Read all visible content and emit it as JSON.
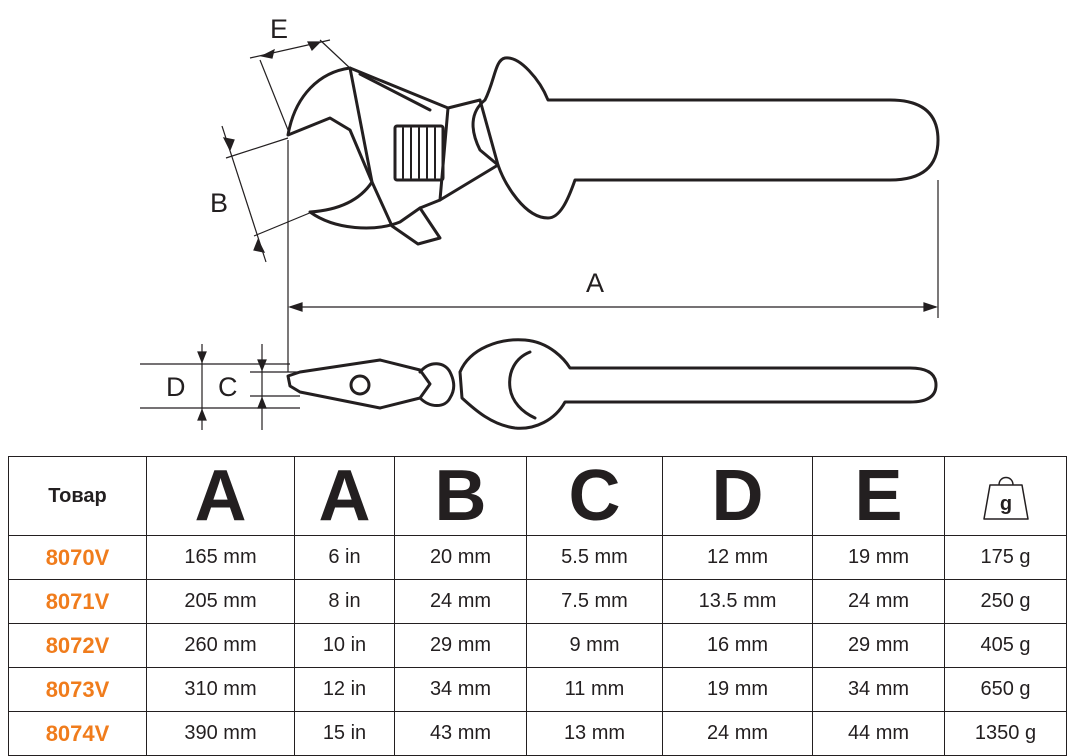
{
  "diagram": {
    "labels": {
      "a": "A",
      "b": "B",
      "c": "C",
      "d": "D",
      "e": "E"
    }
  },
  "table": {
    "header_product": "Товар",
    "columns": [
      "A",
      "A",
      "B",
      "C",
      "D",
      "E"
    ],
    "weight_icon_label": "g",
    "rows": [
      {
        "code": "8070V",
        "a_mm": "165 mm",
        "a_in": "6 in",
        "b": "20 mm",
        "c": "5.5 mm",
        "d": "12 mm",
        "e": "19 mm",
        "weight": "175 g"
      },
      {
        "code": "8071V",
        "a_mm": "205 mm",
        "a_in": "8 in",
        "b": "24 mm",
        "c": "7.5 mm",
        "d": "13.5 mm",
        "e": "24 mm",
        "weight": "250 g"
      },
      {
        "code": "8072V",
        "a_mm": "260 mm",
        "a_in": "10 in",
        "b": "29 mm",
        "c": "9 mm",
        "d": "16 mm",
        "e": "29 mm",
        "weight": "405 g"
      },
      {
        "code": "8073V",
        "a_mm": "310 mm",
        "a_in": "12 in",
        "b": "34 mm",
        "c": "11 mm",
        "d": "19 mm",
        "e": "34 mm",
        "weight": "650 g"
      },
      {
        "code": "8074V",
        "a_mm": "390 mm",
        "a_in": "15 in",
        "b": "43 mm",
        "c": "13 mm",
        "d": "24 mm",
        "e": "44 mm",
        "weight": "1350 g"
      }
    ]
  },
  "colors": {
    "ink": "#231f20",
    "accent": "#f07c1c"
  }
}
